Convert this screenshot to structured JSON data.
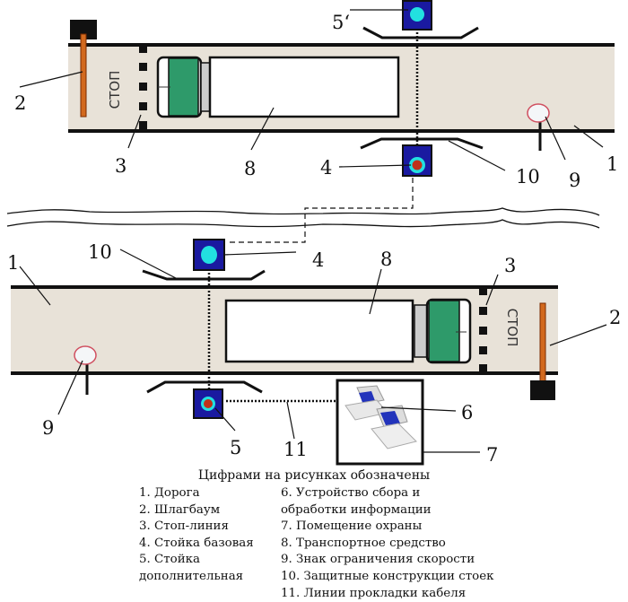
{
  "diagram": {
    "stop_text": "СТОП",
    "labels": {
      "road": "1",
      "barrier": "2",
      "stop_line": "3",
      "base_post": "4",
      "extra_post": "5",
      "extra_post_primed": "5‘",
      "device": "6",
      "guard_room": "7",
      "vehicle": "8",
      "speed_sign": "9",
      "protection": "10",
      "cable": "11"
    },
    "colors": {
      "road": "#e8e2d8",
      "cab": "#2e9a6a",
      "post_bg": "#1a1aa0",
      "sensor": "#22e0e0",
      "sensor_core": "#c0301a",
      "barrier": "#d2691e",
      "sign_ring": "#d05060"
    }
  },
  "legend": {
    "title": "Цифрами на рисунках обозначены",
    "left": [
      "1. Дорога",
      "2. Шлагбаум",
      "3. Стоп-линия",
      "4. Стойка базовая",
      "5. Стойка",
      "дополнительная"
    ],
    "right": [
      "6. Устройство сбора и",
      "обработки информации",
      "7. Помещение охраны",
      "8. Транспортное средство",
      "9. Знак ограничения скорости",
      "10. Защитные конструкции стоек",
      "11. Линии прокладки кабеля"
    ]
  }
}
